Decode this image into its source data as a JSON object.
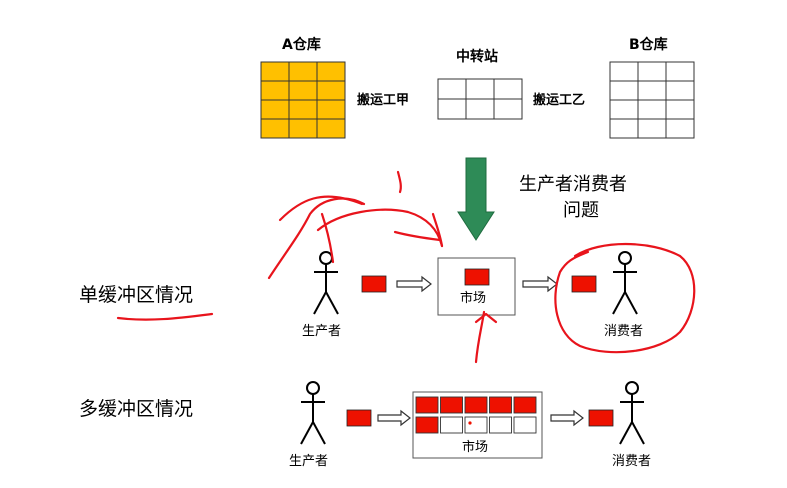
{
  "top_section": {
    "warehouse_a": {
      "label": "A仓库",
      "fill_color": "#ffc000"
    },
    "transfer_station": {
      "label": "中转站"
    },
    "warehouse_b": {
      "label": "B仓库"
    },
    "worker_a": {
      "label": "搬运工甲"
    },
    "worker_b": {
      "label": "搬运工乙"
    },
    "arrow_color": "#2e8b57"
  },
  "problem_title": {
    "line1": "生产者消费者",
    "line2": "问题"
  },
  "single_buffer": {
    "title": "单缓冲区情况",
    "producer_label": "生产者",
    "market_label": "市场",
    "consumer_label": "消费者"
  },
  "multi_buffer": {
    "title": "多缓冲区情况",
    "producer_label": "生产者",
    "market_label": "市场",
    "consumer_label": "消费者",
    "slots_top": [
      "full",
      "full",
      "full",
      "full",
      "full"
    ],
    "slots_bottom": [
      "full",
      "empty",
      "empty",
      "empty",
      "empty"
    ]
  },
  "colors": {
    "item_red": "#ee1100",
    "annotation_red": "#e8141c"
  }
}
